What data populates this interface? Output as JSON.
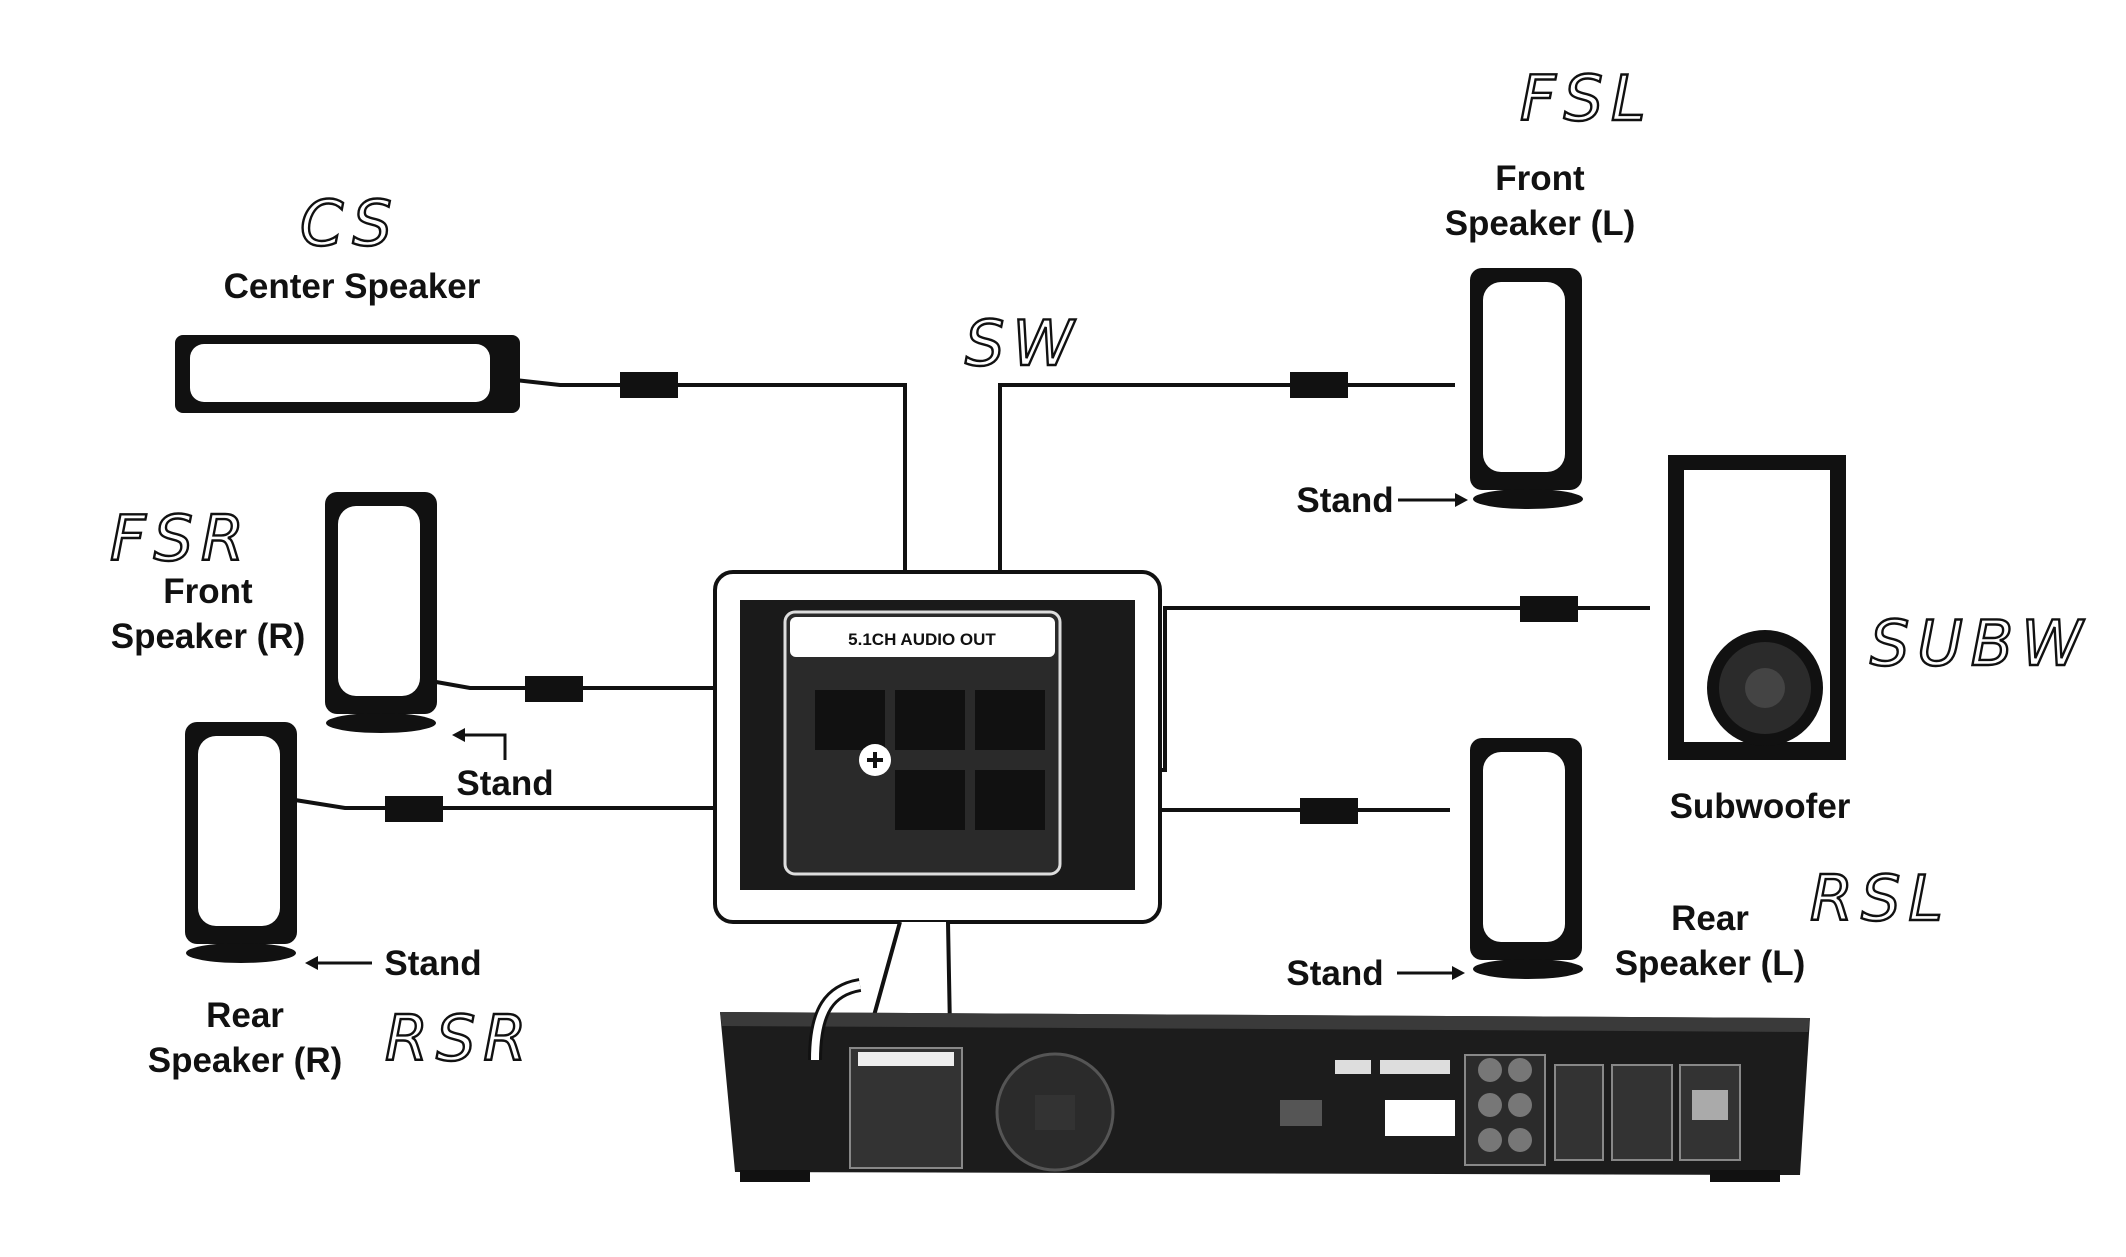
{
  "labels": {
    "center": "Center Speaker",
    "front_left": [
      "Front",
      "Speaker (L)"
    ],
    "front_right": [
      "Front",
      "Speaker (R)"
    ],
    "rear_right": [
      "Rear",
      "Speaker (R)"
    ],
    "rear_left": [
      "Rear",
      "Speaker (L)"
    ],
    "subwoofer": "Subwoofer",
    "stand": "Stand",
    "panel_title": "5.1CH AUDIO OUT"
  },
  "handwritten": {
    "cs": "CS",
    "sw": "SW",
    "fsl": "FSL",
    "fsr": "FSR",
    "subw": "SUBW",
    "rsl": "RSL",
    "rsr": "RSR"
  }
}
